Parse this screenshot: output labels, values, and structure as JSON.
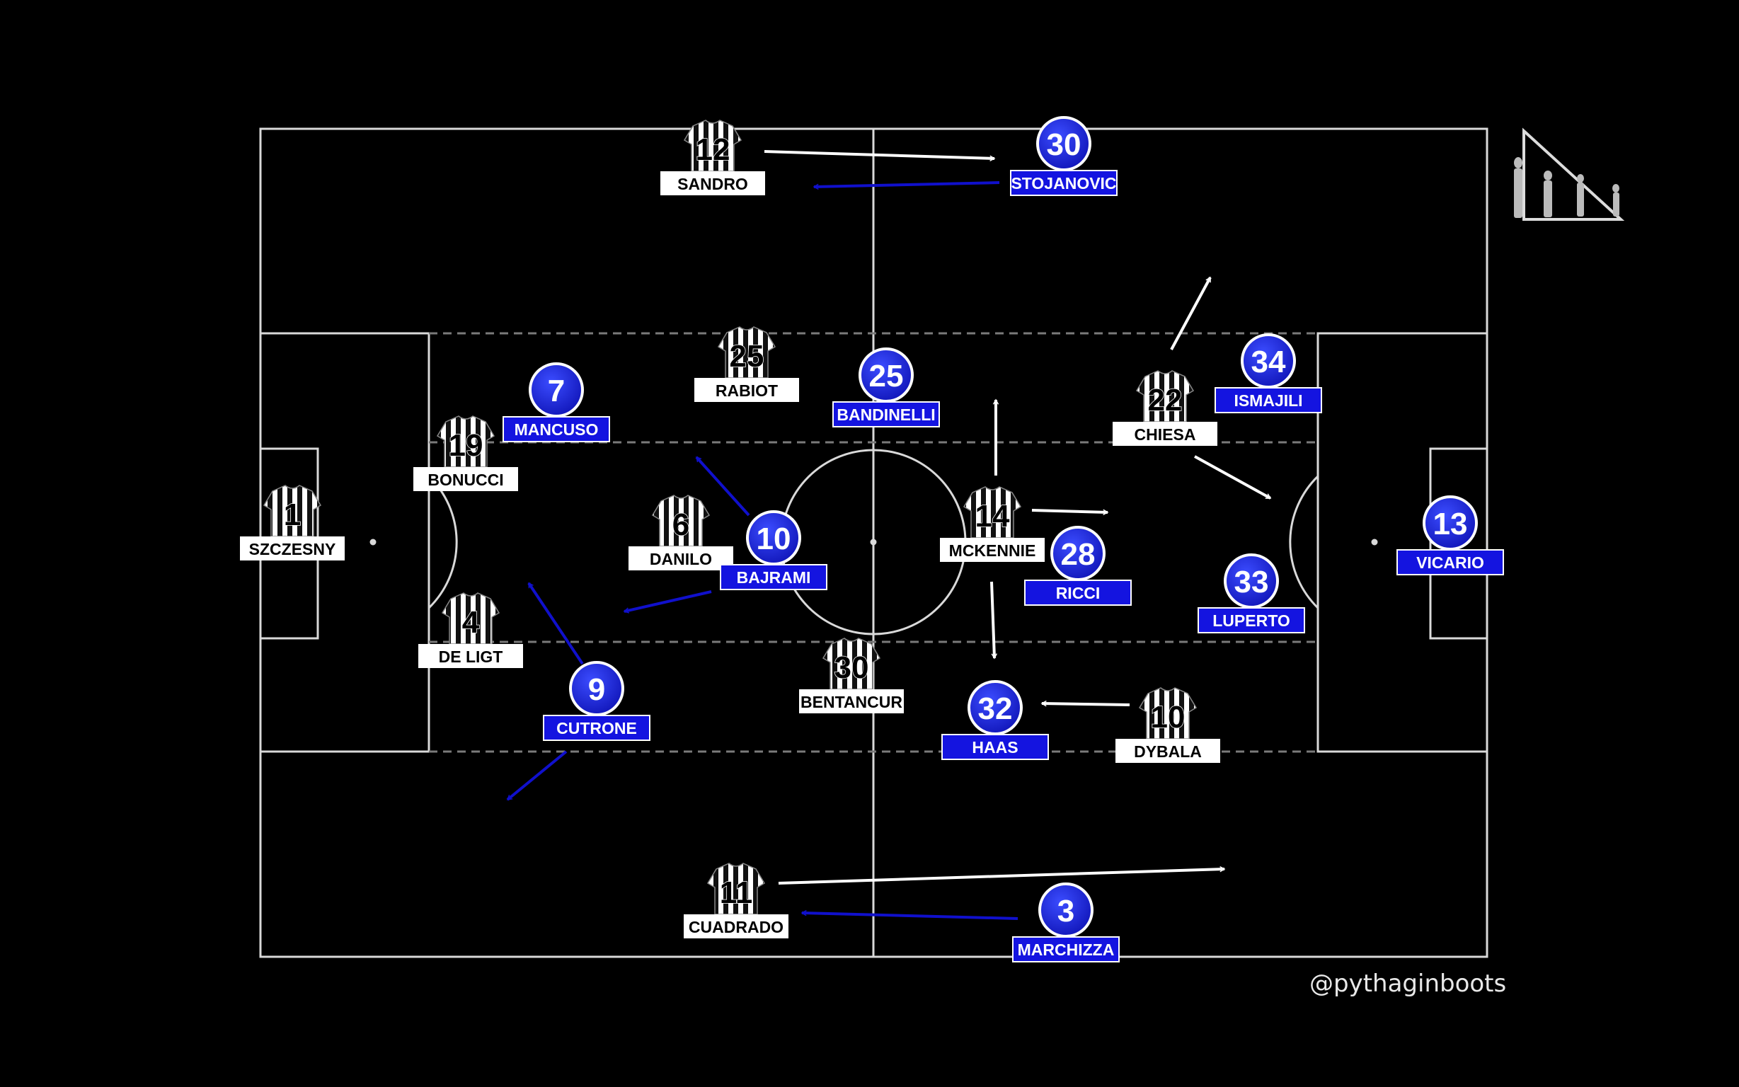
{
  "credit": "@pythaginboots",
  "colors": {
    "background": "#000000",
    "pitch_lines": "#d9d9d9",
    "home_label_bg": "#ffffff",
    "home_label_text": "#000000",
    "away_fill": "#1f2bd6",
    "away_label_bg": "#1414e0",
    "away_text": "#ffffff",
    "arrow_home": "#ffffff",
    "arrow_away": "#1010cc"
  },
  "home_team": {
    "kit": "black-white-striped-shirt-icon",
    "players": [
      {
        "number": "1",
        "name": "SZCZESNY"
      },
      {
        "number": "19",
        "name": "BONUCCI"
      },
      {
        "number": "4",
        "name": "DE LIGT"
      },
      {
        "number": "12",
        "name": "SANDRO"
      },
      {
        "number": "11",
        "name": "CUADRADO"
      },
      {
        "number": "25",
        "name": "RABIOT"
      },
      {
        "number": "6",
        "name": "DANILO"
      },
      {
        "number": "30",
        "name": "BENTANCUR"
      },
      {
        "number": "14",
        "name": "MCKENNIE"
      },
      {
        "number": "22",
        "name": "CHIESA"
      },
      {
        "number": "10",
        "name": "DYBALA"
      }
    ]
  },
  "away_team": {
    "kit": "blue-circle-icon",
    "players": [
      {
        "number": "13",
        "name": "VICARIO"
      },
      {
        "number": "34",
        "name": "ISMAJILI"
      },
      {
        "number": "33",
        "name": "LUPERTO"
      },
      {
        "number": "30",
        "name": "STOJANOVIC"
      },
      {
        "number": "3",
        "name": "MARCHIZZA"
      },
      {
        "number": "25",
        "name": "BANDINELLI"
      },
      {
        "number": "28",
        "name": "RICCI"
      },
      {
        "number": "32",
        "name": "HAAS"
      },
      {
        "number": "7",
        "name": "MANCUSO"
      },
      {
        "number": "10",
        "name": "BAJRAMI"
      },
      {
        "number": "9",
        "name": "CUTRONE"
      }
    ]
  }
}
